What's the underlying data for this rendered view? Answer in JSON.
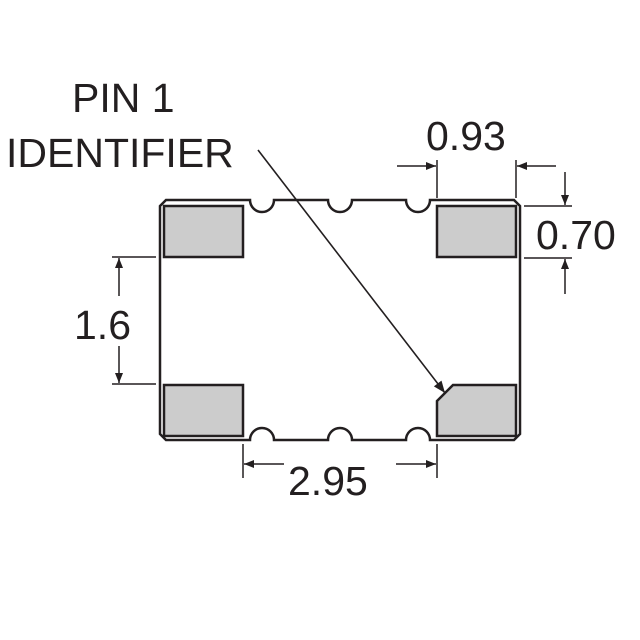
{
  "diagram": {
    "label_pin1_line1": "PIN 1",
    "label_pin1_line2": "IDENTIFIER",
    "dim_pad_width": "0.93",
    "dim_pad_height": "0.70",
    "dim_pad_pitch_vertical": "1.6",
    "dim_pad_pitch_horizontal": "2.95",
    "colors": {
      "outline": "#231f20",
      "pad_fill": "#cccccc",
      "background": "#ffffff"
    }
  }
}
